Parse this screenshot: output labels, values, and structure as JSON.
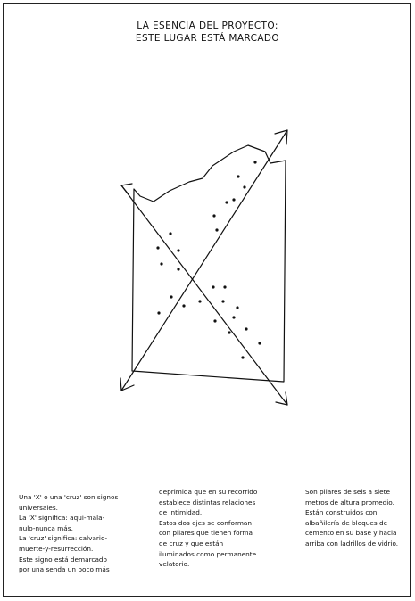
{
  "title": {
    "line1": "LA ESENCIA DEL PROYECTO:",
    "line2": "ESTE LUGAR ESTÁ MARCADO"
  },
  "columns": [
    {
      "lines": [
        "Una 'X' o una 'cruz' son signos",
        "universales.",
        "La 'X' significa: aquí-mala-",
        "nulo-nunca más.",
        "La 'cruz' significa: calvario-",
        "muerte-y-resurrección.",
        "Este signo está demarcado",
        "por una senda un poco más"
      ]
    },
    {
      "lines": [
        "deprimida que en su recorrido",
        "establece distintas relaciones",
        "de intimidad.",
        "Estos dos ejes se conforman",
        "con pilares que tienen forma",
        "de cruz y que están",
        "iluminados como permanente",
        "velatorio."
      ]
    },
    {
      "lines": [
        "Son pilares de seis a siete",
        "metros de altura promedio.",
        "Están construidos con",
        "albañilería de bloques de",
        "cemento en su base y hacia",
        "arriba con ladrillos de vidrio."
      ]
    }
  ]
}
